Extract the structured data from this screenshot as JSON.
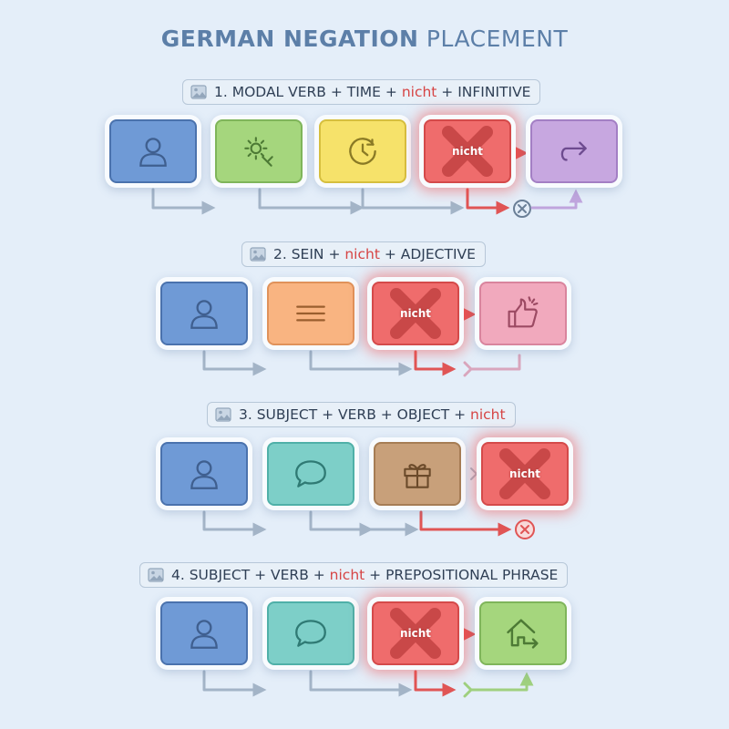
{
  "title": {
    "bold": "GERMAN NEGATION",
    "light": "PLACEMENT"
  },
  "rows": [
    {
      "label_parts": [
        "1. MODAL VERB + TIME + ",
        "nicht",
        " + INFINITIVE"
      ],
      "tiles": [
        {
          "icon": "person-icon",
          "color": "#6f9ad6"
        },
        {
          "icon": "gear-wrench-icon",
          "color": "#a5d67d"
        },
        {
          "icon": "clock-icon",
          "color": "#f6e26a"
        },
        {
          "icon": "x-mark-icon",
          "color": "#ef6c6c",
          "text": "nicht"
        },
        {
          "icon": "redo-arrow-icon",
          "color": "#c7a7e0"
        }
      ]
    },
    {
      "label_parts": [
        "2. SEIN + ",
        "nicht",
        " + ADJECTIVE"
      ],
      "tiles": [
        {
          "icon": "person-icon",
          "color": "#6f9ad6"
        },
        {
          "icon": "text-lines-icon",
          "color": "#f9b481"
        },
        {
          "icon": "x-mark-icon",
          "color": "#ef6c6c",
          "text": "nicht"
        },
        {
          "icon": "thumbs-up-icon",
          "color": "#f1a9bd"
        }
      ]
    },
    {
      "label_parts": [
        "3. SUBJECT + VERB + OBJECT + ",
        "nicht",
        ""
      ],
      "tiles": [
        {
          "icon": "person-icon",
          "color": "#6f9ad6"
        },
        {
          "icon": "speech-bubble-icon",
          "color": "#7dcfc8"
        },
        {
          "icon": "gift-icon",
          "color": "#c8a07a"
        },
        {
          "icon": "x-mark-icon",
          "color": "#ef6c6c",
          "text": "nicht"
        }
      ]
    },
    {
      "label_parts": [
        "4. SUBJECT + VERB + ",
        "nicht",
        " + PREPOSITIONAL PHRASE"
      ],
      "tiles": [
        {
          "icon": "person-icon",
          "color": "#6f9ad6"
        },
        {
          "icon": "speech-bubble-icon",
          "color": "#7dcfc8"
        },
        {
          "icon": "x-mark-icon",
          "color": "#ef6c6c",
          "text": "nicht"
        },
        {
          "icon": "house-arrow-icon",
          "color": "#a5d67d"
        }
      ]
    }
  ],
  "colors": {
    "connector": "#a3b4c7",
    "negative": "#e05555",
    "text": "#2f3f55"
  }
}
